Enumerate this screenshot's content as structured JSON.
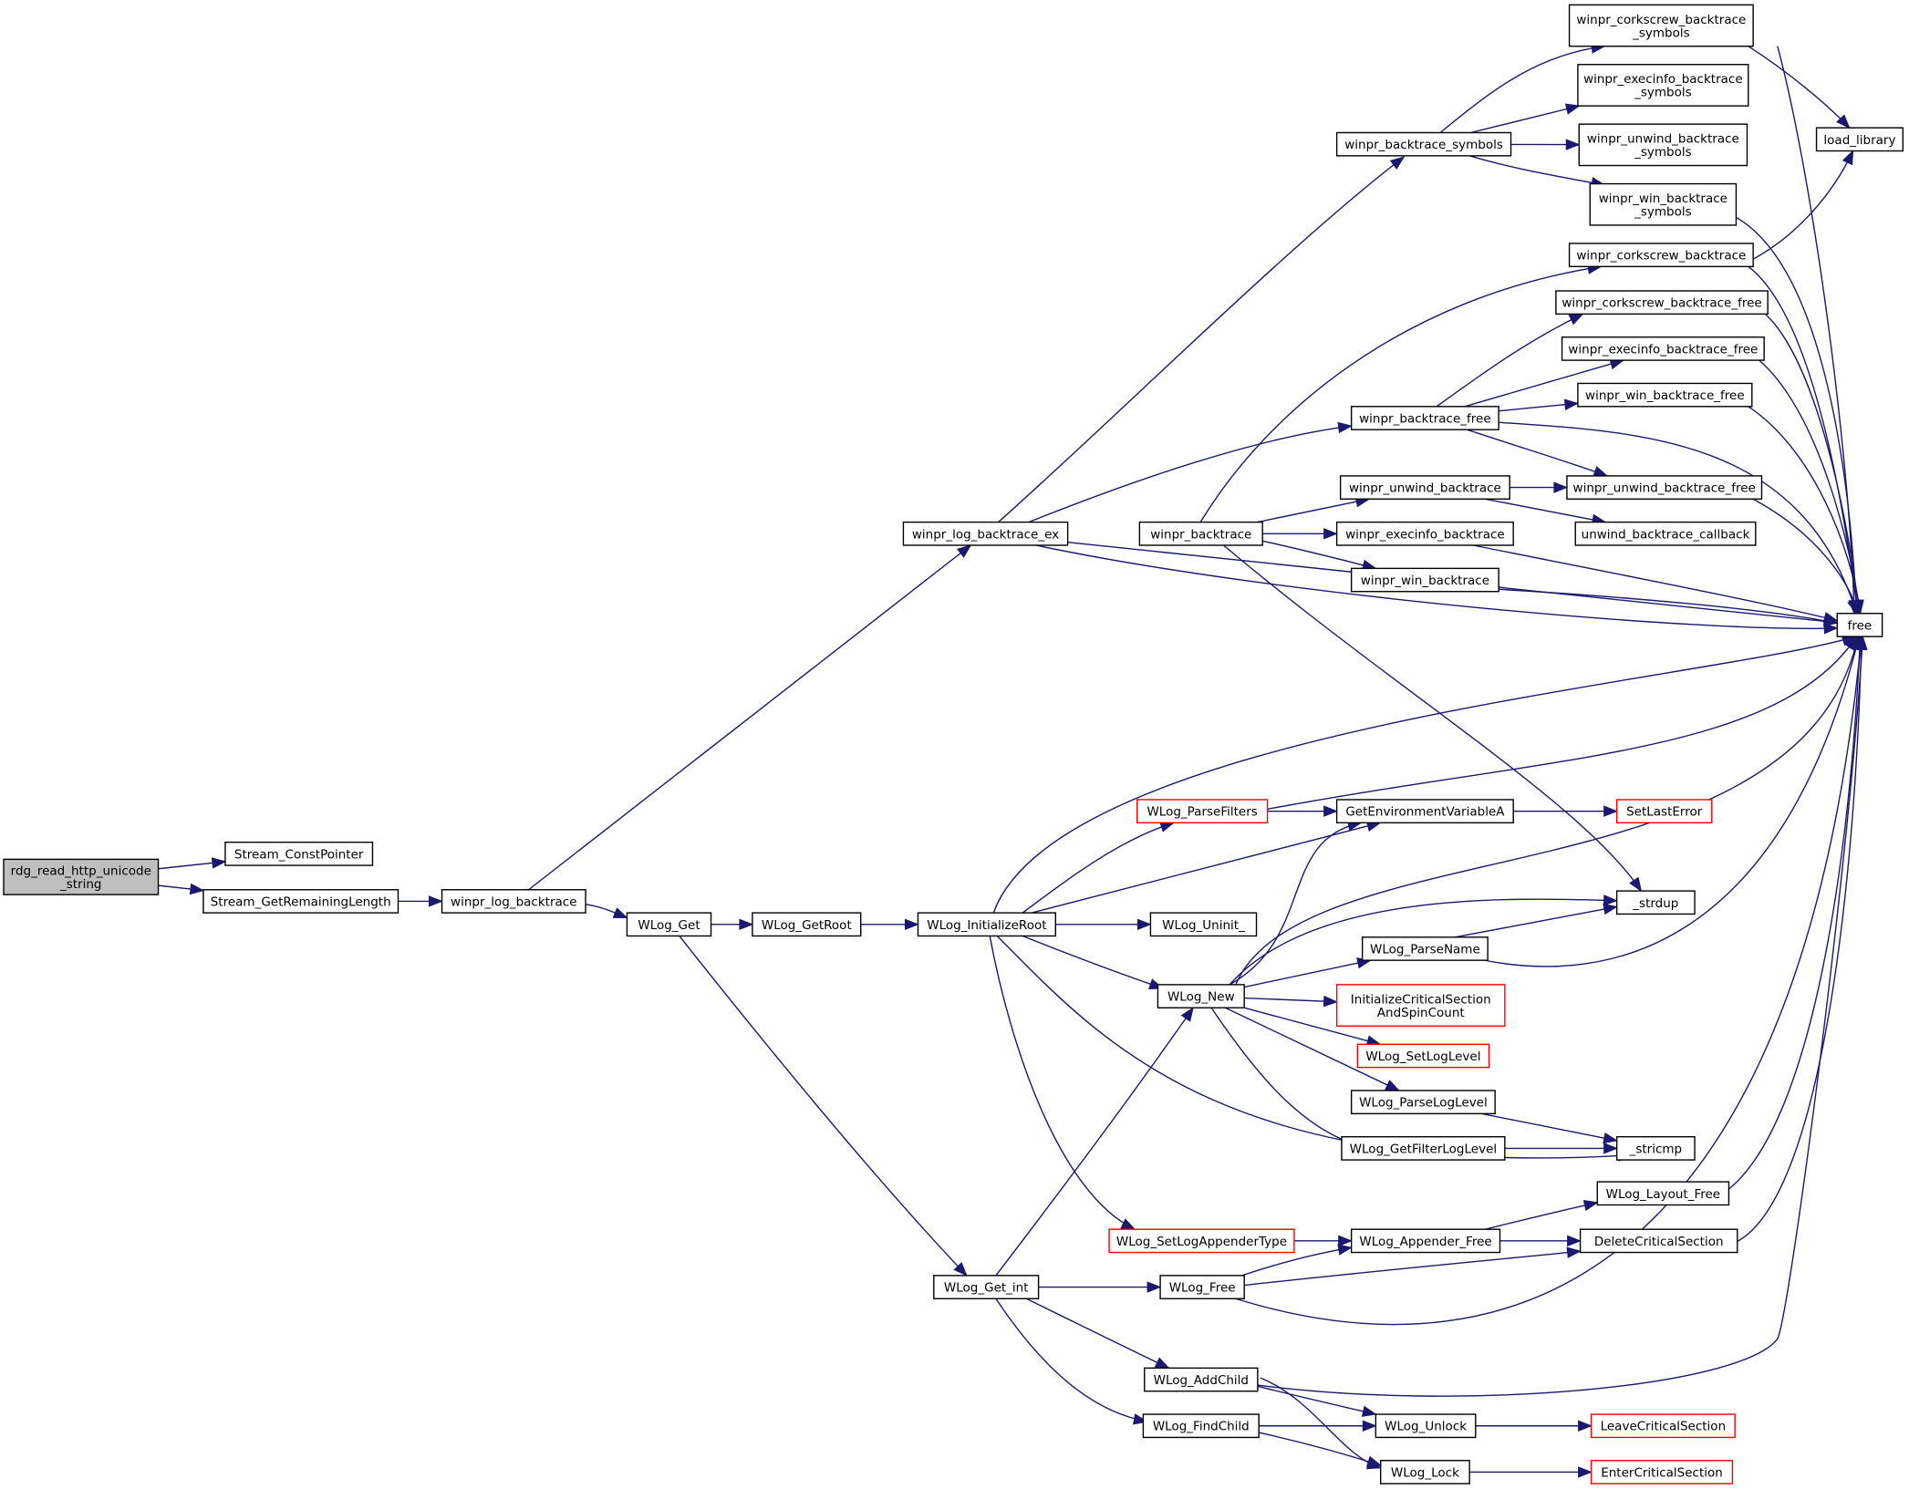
{
  "graph": {
    "nodes": [
      {
        "id": "root",
        "lines": [
          "rdg_read_http_unicode",
          "_string"
        ],
        "color": "root"
      },
      {
        "id": "scp",
        "lines": [
          "Stream_ConstPointer"
        ],
        "color": "black"
      },
      {
        "id": "sgrl",
        "lines": [
          "Stream_GetRemainingLength"
        ],
        "color": "black"
      },
      {
        "id": "wlb",
        "lines": [
          "winpr_log_backtrace"
        ],
        "color": "black"
      },
      {
        "id": "wlbex",
        "lines": [
          "winpr_log_backtrace_ex"
        ],
        "color": "black"
      },
      {
        "id": "wbs",
        "lines": [
          "winpr_backtrace_symbols"
        ],
        "color": "black"
      },
      {
        "id": "wcbs",
        "lines": [
          "winpr_corkscrew_backtrace",
          "_symbols"
        ],
        "color": "black"
      },
      {
        "id": "webs",
        "lines": [
          "winpr_execinfo_backtrace",
          "_symbols"
        ],
        "color": "black"
      },
      {
        "id": "wubs",
        "lines": [
          "winpr_unwind_backtrace",
          "_symbols"
        ],
        "color": "black"
      },
      {
        "id": "wwbs",
        "lines": [
          "winpr_win_backtrace",
          "_symbols"
        ],
        "color": "black"
      },
      {
        "id": "ll",
        "lines": [
          "load_library"
        ],
        "color": "black"
      },
      {
        "id": "wcb",
        "lines": [
          "winpr_corkscrew_backtrace"
        ],
        "color": "black"
      },
      {
        "id": "wcbf",
        "lines": [
          "winpr_corkscrew_backtrace_free"
        ],
        "color": "black"
      },
      {
        "id": "webf",
        "lines": [
          "winpr_execinfo_backtrace_free"
        ],
        "color": "black"
      },
      {
        "id": "wwbf",
        "lines": [
          "winpr_win_backtrace_free"
        ],
        "color": "black"
      },
      {
        "id": "wbf",
        "lines": [
          "winpr_backtrace_free"
        ],
        "color": "black"
      },
      {
        "id": "wub",
        "lines": [
          "winpr_unwind_backtrace"
        ],
        "color": "black"
      },
      {
        "id": "wubf",
        "lines": [
          "winpr_unwind_backtrace_free"
        ],
        "color": "black"
      },
      {
        "id": "wb",
        "lines": [
          "winpr_backtrace"
        ],
        "color": "black"
      },
      {
        "id": "web",
        "lines": [
          "winpr_execinfo_backtrace"
        ],
        "color": "black"
      },
      {
        "id": "ubc",
        "lines": [
          "unwind_backtrace_callback"
        ],
        "color": "black"
      },
      {
        "id": "wwb",
        "lines": [
          "winpr_win_backtrace"
        ],
        "color": "black"
      },
      {
        "id": "free",
        "lines": [
          "free"
        ],
        "color": "black"
      },
      {
        "id": "wpf",
        "lines": [
          "WLog_ParseFilters"
        ],
        "color": "red"
      },
      {
        "id": "gev",
        "lines": [
          "GetEnvironmentVariableA"
        ],
        "color": "black"
      },
      {
        "id": "sle",
        "lines": [
          "SetLastError"
        ],
        "color": "red"
      },
      {
        "id": "wget",
        "lines": [
          "WLog_Get"
        ],
        "color": "black"
      },
      {
        "id": "wgr",
        "lines": [
          "WLog_GetRoot"
        ],
        "color": "black"
      },
      {
        "id": "wir",
        "lines": [
          "WLog_InitializeRoot"
        ],
        "color": "black"
      },
      {
        "id": "wun",
        "lines": [
          "WLog_Uninit_"
        ],
        "color": "black"
      },
      {
        "id": "strdup",
        "lines": [
          "_strdup"
        ],
        "color": "black"
      },
      {
        "id": "wpn",
        "lines": [
          "WLog_ParseName"
        ],
        "color": "black"
      },
      {
        "id": "wnew",
        "lines": [
          "WLog_New"
        ],
        "color": "black"
      },
      {
        "id": "icsa",
        "lines": [
          "InitializeCriticalSection",
          "AndSpinCount"
        ],
        "color": "red"
      },
      {
        "id": "wsll",
        "lines": [
          "WLog_SetLogLevel"
        ],
        "color": "red"
      },
      {
        "id": "wpll",
        "lines": [
          "WLog_ParseLogLevel"
        ],
        "color": "black"
      },
      {
        "id": "wgfll",
        "lines": [
          "WLog_GetFilterLogLevel"
        ],
        "color": "black"
      },
      {
        "id": "stricmp",
        "lines": [
          "_stricmp"
        ],
        "color": "black"
      },
      {
        "id": "wlf",
        "lines": [
          "WLog_Layout_Free"
        ],
        "color": "black"
      },
      {
        "id": "wslat",
        "lines": [
          "WLog_SetLogAppenderType"
        ],
        "color": "red"
      },
      {
        "id": "waf",
        "lines": [
          "WLog_Appender_Free"
        ],
        "color": "black"
      },
      {
        "id": "dcs",
        "lines": [
          "DeleteCriticalSection"
        ],
        "color": "black"
      },
      {
        "id": "wgi",
        "lines": [
          "WLog_Get_int"
        ],
        "color": "black"
      },
      {
        "id": "wfree",
        "lines": [
          "WLog_Free"
        ],
        "color": "black"
      },
      {
        "id": "wac",
        "lines": [
          "WLog_AddChild"
        ],
        "color": "black"
      },
      {
        "id": "wunlock",
        "lines": [
          "WLog_Unlock"
        ],
        "color": "black"
      },
      {
        "id": "lcs",
        "lines": [
          "LeaveCriticalSection"
        ],
        "color": "red"
      },
      {
        "id": "wfc",
        "lines": [
          "WLog_FindChild"
        ],
        "color": "black"
      },
      {
        "id": "wlock",
        "lines": [
          "WLog_Lock"
        ],
        "color": "black"
      },
      {
        "id": "ecs",
        "lines": [
          "EnterCriticalSection"
        ],
        "color": "red"
      }
    ],
    "edges": [
      [
        "root",
        "scp"
      ],
      [
        "root",
        "sgrl"
      ],
      [
        "sgrl",
        "wlb"
      ],
      [
        "wlb",
        "wlbex"
      ],
      [
        "wlb",
        "wget"
      ],
      [
        "wlbex",
        "wbs"
      ],
      [
        "wlbex",
        "wbf"
      ],
      [
        "wlbex",
        "wb"
      ],
      [
        "wlbex",
        "free"
      ],
      [
        "wbs",
        "wcbs"
      ],
      [
        "wbs",
        "webs"
      ],
      [
        "wbs",
        "wubs"
      ],
      [
        "wbs",
        "wwbs"
      ],
      [
        "wcbs",
        "ll"
      ],
      [
        "wcbs",
        "free"
      ],
      [
        "wwbs",
        "free"
      ],
      [
        "wcb",
        "ll"
      ],
      [
        "wcb",
        "free"
      ],
      [
        "wcbf",
        "free"
      ],
      [
        "webf",
        "free"
      ],
      [
        "wwbf",
        "free"
      ],
      [
        "wbf",
        "wcbf"
      ],
      [
        "wbf",
        "webf"
      ],
      [
        "wbf",
        "wwbf"
      ],
      [
        "wbf",
        "wubf"
      ],
      [
        "wbf",
        "free"
      ],
      [
        "wb",
        "wcb"
      ],
      [
        "wb",
        "wub"
      ],
      [
        "wb",
        "web"
      ],
      [
        "wb",
        "wwb"
      ],
      [
        "wb",
        "strdup"
      ],
      [
        "wub",
        "wubf"
      ],
      [
        "wub",
        "ubc"
      ],
      [
        "wubf",
        "free"
      ],
      [
        "web",
        "free"
      ],
      [
        "wwb",
        "free"
      ],
      [
        "wget",
        "wgr"
      ],
      [
        "wget",
        "wgi"
      ],
      [
        "wgr",
        "wir"
      ],
      [
        "wir",
        "free"
      ],
      [
        "wir",
        "wpf"
      ],
      [
        "wir",
        "gev"
      ],
      [
        "wir",
        "wun"
      ],
      [
        "wir",
        "wnew"
      ],
      [
        "wir",
        "stricmp"
      ],
      [
        "wir",
        "wslat"
      ],
      [
        "wpf",
        "gev"
      ],
      [
        "wpf",
        "free"
      ],
      [
        "gev",
        "sle"
      ],
      [
        "wnew",
        "gev"
      ],
      [
        "wnew",
        "free"
      ],
      [
        "wnew",
        "strdup"
      ],
      [
        "wnew",
        "wpn"
      ],
      [
        "wnew",
        "icsa"
      ],
      [
        "wnew",
        "wsll"
      ],
      [
        "wnew",
        "wpll"
      ],
      [
        "wnew",
        "wgfll"
      ],
      [
        "wpn",
        "strdup"
      ],
      [
        "wpn",
        "free"
      ],
      [
        "wpll",
        "stricmp"
      ],
      [
        "wgfll",
        "stricmp"
      ],
      [
        "wlf",
        "free"
      ],
      [
        "wslat",
        "waf"
      ],
      [
        "waf",
        "wlf"
      ],
      [
        "waf",
        "dcs"
      ],
      [
        "dcs",
        "free"
      ],
      [
        "wgi",
        "wnew"
      ],
      [
        "wgi",
        "wfree"
      ],
      [
        "wgi",
        "wac"
      ],
      [
        "wgi",
        "wfc"
      ],
      [
        "wfree",
        "waf"
      ],
      [
        "wfree",
        "dcs"
      ],
      [
        "wfree",
        "free"
      ],
      [
        "wac",
        "free"
      ],
      [
        "wac",
        "wunlock"
      ],
      [
        "wac",
        "wlock"
      ],
      [
        "wfc",
        "wunlock"
      ],
      [
        "wfc",
        "wlock"
      ],
      [
        "wunlock",
        "lcs"
      ],
      [
        "wlock",
        "ecs"
      ]
    ]
  }
}
